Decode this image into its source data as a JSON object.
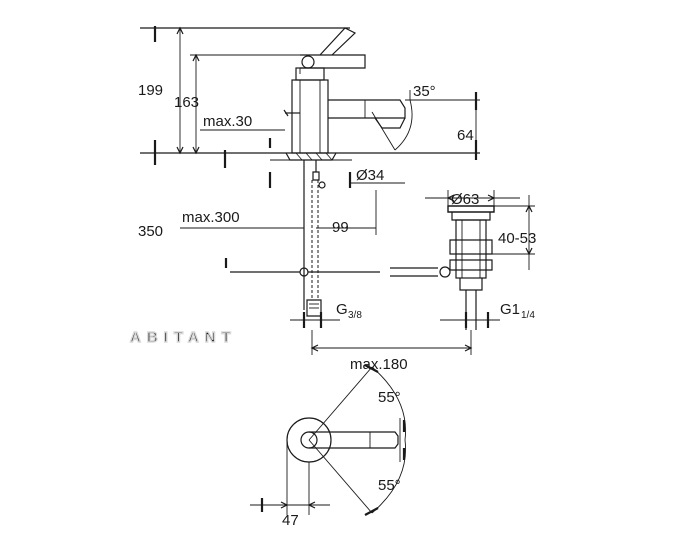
{
  "watermark": "ABITANT",
  "dimensions": {
    "d199": "199",
    "d163": "163",
    "max30": "max.30",
    "angle35": "35°",
    "d64": "64",
    "dia34": "Ø34",
    "dia63": "Ø63",
    "max300": "max.300",
    "d99": "99",
    "d350": "350",
    "d40_53": "40-53",
    "thread_g": "G",
    "thread_g_frac": "3/8",
    "thread_g1": "G1",
    "thread_g1_frac": "1/4",
    "max180": "max.180",
    "angle55_top": "55°",
    "angle55_bottom": "55°",
    "d47": "47"
  }
}
